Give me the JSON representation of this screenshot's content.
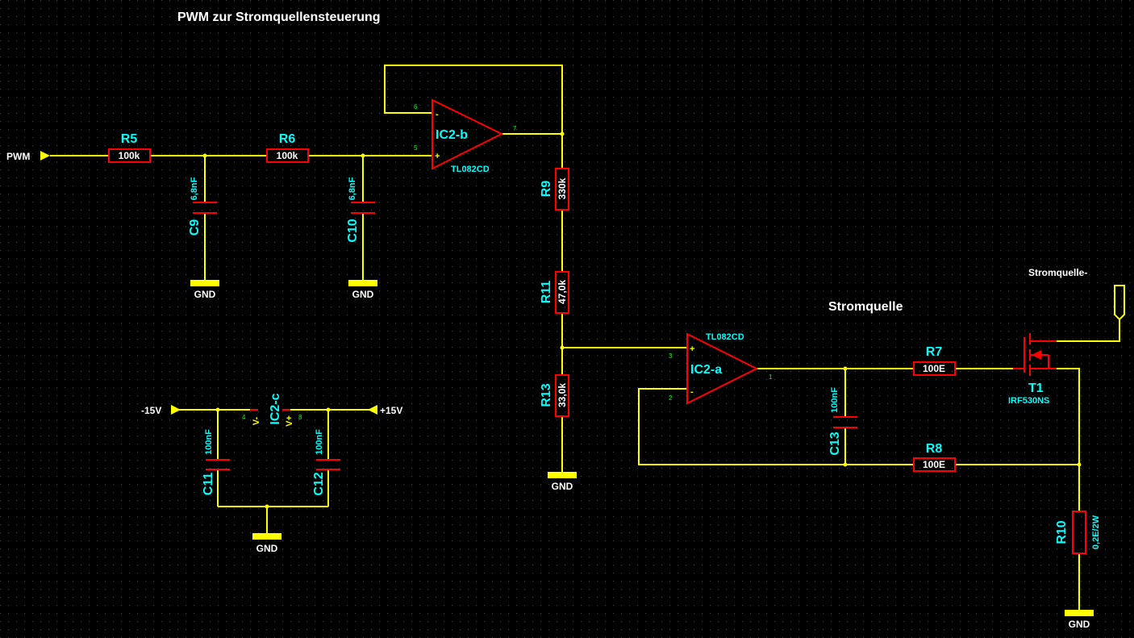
{
  "titles": {
    "pwm": "PWM zur Stromquellensteuerung",
    "stromquelle": "Stromquelle"
  },
  "labels": {
    "pwm_in": "PWM",
    "minus15": "-15V",
    "plus15": "+15V",
    "stromquelle_minus": "Stromquelle-",
    "gnd": "GND"
  },
  "components": {
    "R5": {
      "ref": "R5",
      "value": "100k"
    },
    "R6": {
      "ref": "R6",
      "value": "100k"
    },
    "R7": {
      "ref": "R7",
      "value": "100E"
    },
    "R8": {
      "ref": "R8",
      "value": "100E"
    },
    "R9": {
      "ref": "R9",
      "value": "330k"
    },
    "R10": {
      "ref": "R10",
      "value": "0,2E/2W"
    },
    "R11": {
      "ref": "R11",
      "value": "47,0k"
    },
    "R13": {
      "ref": "R13",
      "value": "33,0k"
    },
    "C9": {
      "ref": "C9",
      "value": "6,8nF"
    },
    "C10": {
      "ref": "C10",
      "value": "6,8nF"
    },
    "C11": {
      "ref": "C11",
      "value": "100nF"
    },
    "C12": {
      "ref": "C12",
      "value": "100nF"
    },
    "C13": {
      "ref": "C13",
      "value": "100nF"
    },
    "IC2b": {
      "ref": "IC2-b",
      "value": "TL082CD"
    },
    "IC2a": {
      "ref": "IC2-a",
      "value": "TL082CD"
    },
    "IC2c": {
      "ref": "IC2-c",
      "vminus": "V-",
      "vplus": "V+"
    },
    "T1": {
      "ref": "T1",
      "value": "IRF530NS"
    }
  },
  "pins": {
    "p1": "1",
    "p2": "2",
    "p3": "3",
    "p4": "4",
    "p5": "5",
    "p6": "6",
    "p7": "7",
    "p8": "8"
  },
  "colors": {
    "background": "#000000",
    "grid": "#3a3a3a",
    "wire": "#ffff00",
    "component": "#ff0000",
    "reference": "#00ffff",
    "value": "#ffffff",
    "pin_number": "#00ff00"
  }
}
